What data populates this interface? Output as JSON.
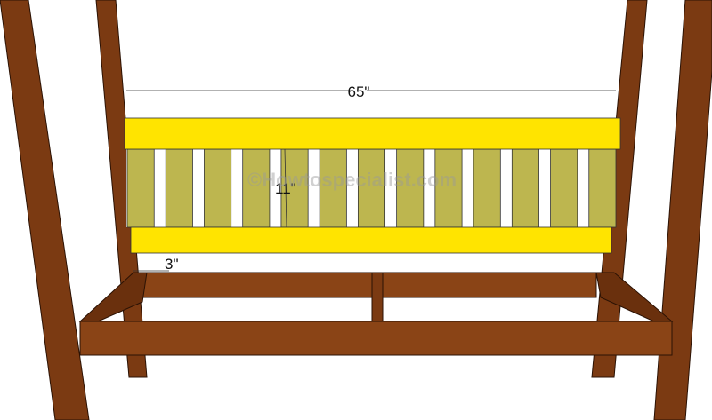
{
  "dimensions": {
    "width_label": "65\"",
    "height_label": "11\"",
    "rail_label": "3\""
  },
  "watermark": "©Howtospecialist.com",
  "colors": {
    "wood": "#7b3a12",
    "wood_dark": "#4a2208",
    "rail": "#ffe400",
    "slat": "#bdb64f"
  },
  "slat_count": 13
}
